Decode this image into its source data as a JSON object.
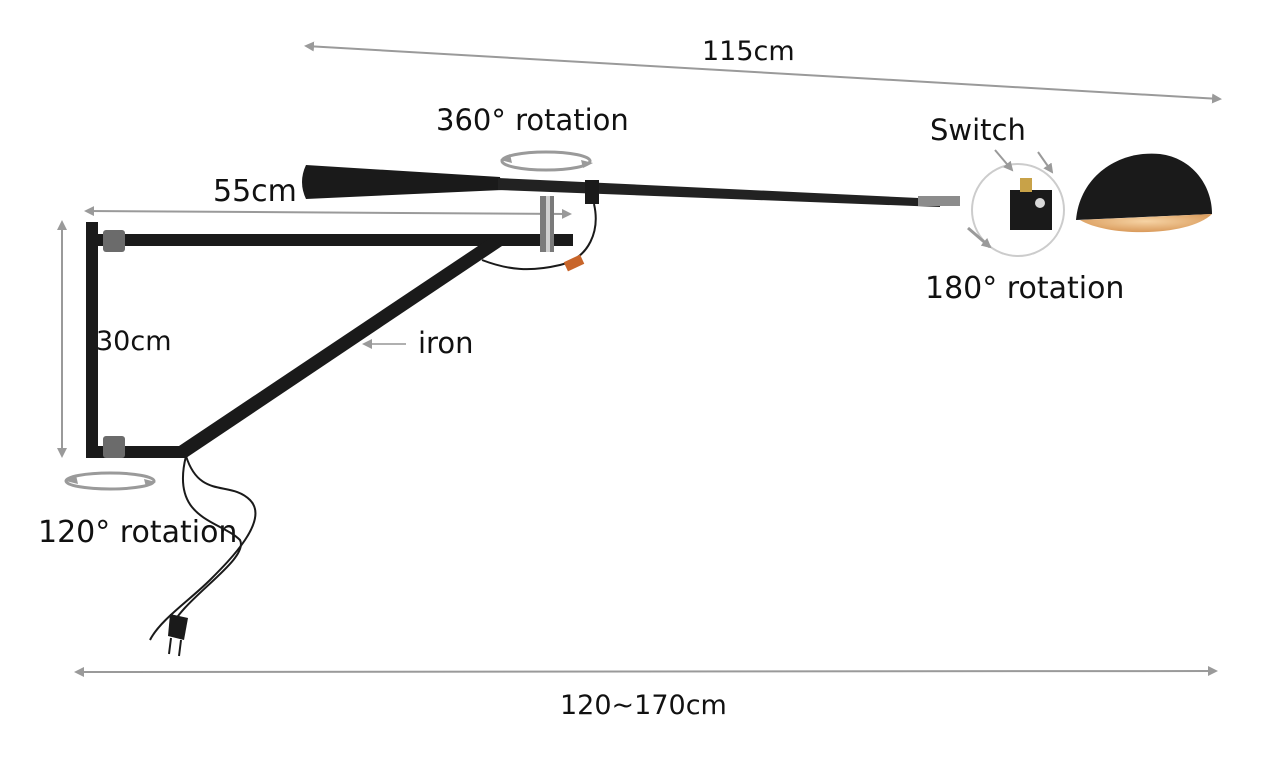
{
  "labels": {
    "total_length": "115cm",
    "top_rotation": "360° rotation",
    "switch": "Switch",
    "arm_length": "55cm",
    "head_rotation": "180° rotation",
    "bracket_height": "30cm",
    "material": "iron",
    "base_rotation": "120° rotation",
    "reach_range": "120~170cm"
  },
  "colors": {
    "metal": "#1a1a1a",
    "dimension_arrow": "#9a9a9a",
    "shade_inner": "#e8b27a",
    "plug_accent": "#c8652a"
  }
}
